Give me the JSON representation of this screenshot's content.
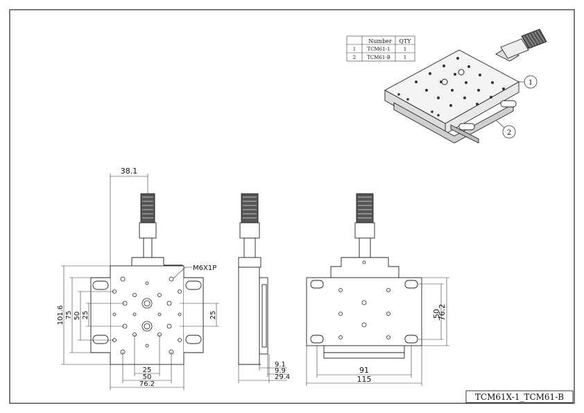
{
  "bom": {
    "headers": [
      "",
      "Number",
      "QTY"
    ],
    "rows": [
      {
        "index": "1",
        "number": "TCM61-1",
        "qty": "1"
      },
      {
        "index": "2",
        "number": "TCM61-B",
        "qty": "1"
      }
    ]
  },
  "balloons": [
    "1",
    "2"
  ],
  "front_view": {
    "top_width": "38.1",
    "thread": "M6X1P",
    "height_overall": "101.6",
    "height_75": "75",
    "height_50": "50",
    "height_25": "25",
    "right_25": "25",
    "bottom_25": "25",
    "bottom_50": "50",
    "bottom_width": "76.2"
  },
  "side_view": {
    "d1": "9.1",
    "d2": "9.9",
    "d3": "29.4"
  },
  "rear_view": {
    "slot_spacing": "50",
    "height": "76.2",
    "hole_spacing": "91",
    "base_width": "115"
  },
  "title_block": "TCM61X-1_TCM61-B"
}
